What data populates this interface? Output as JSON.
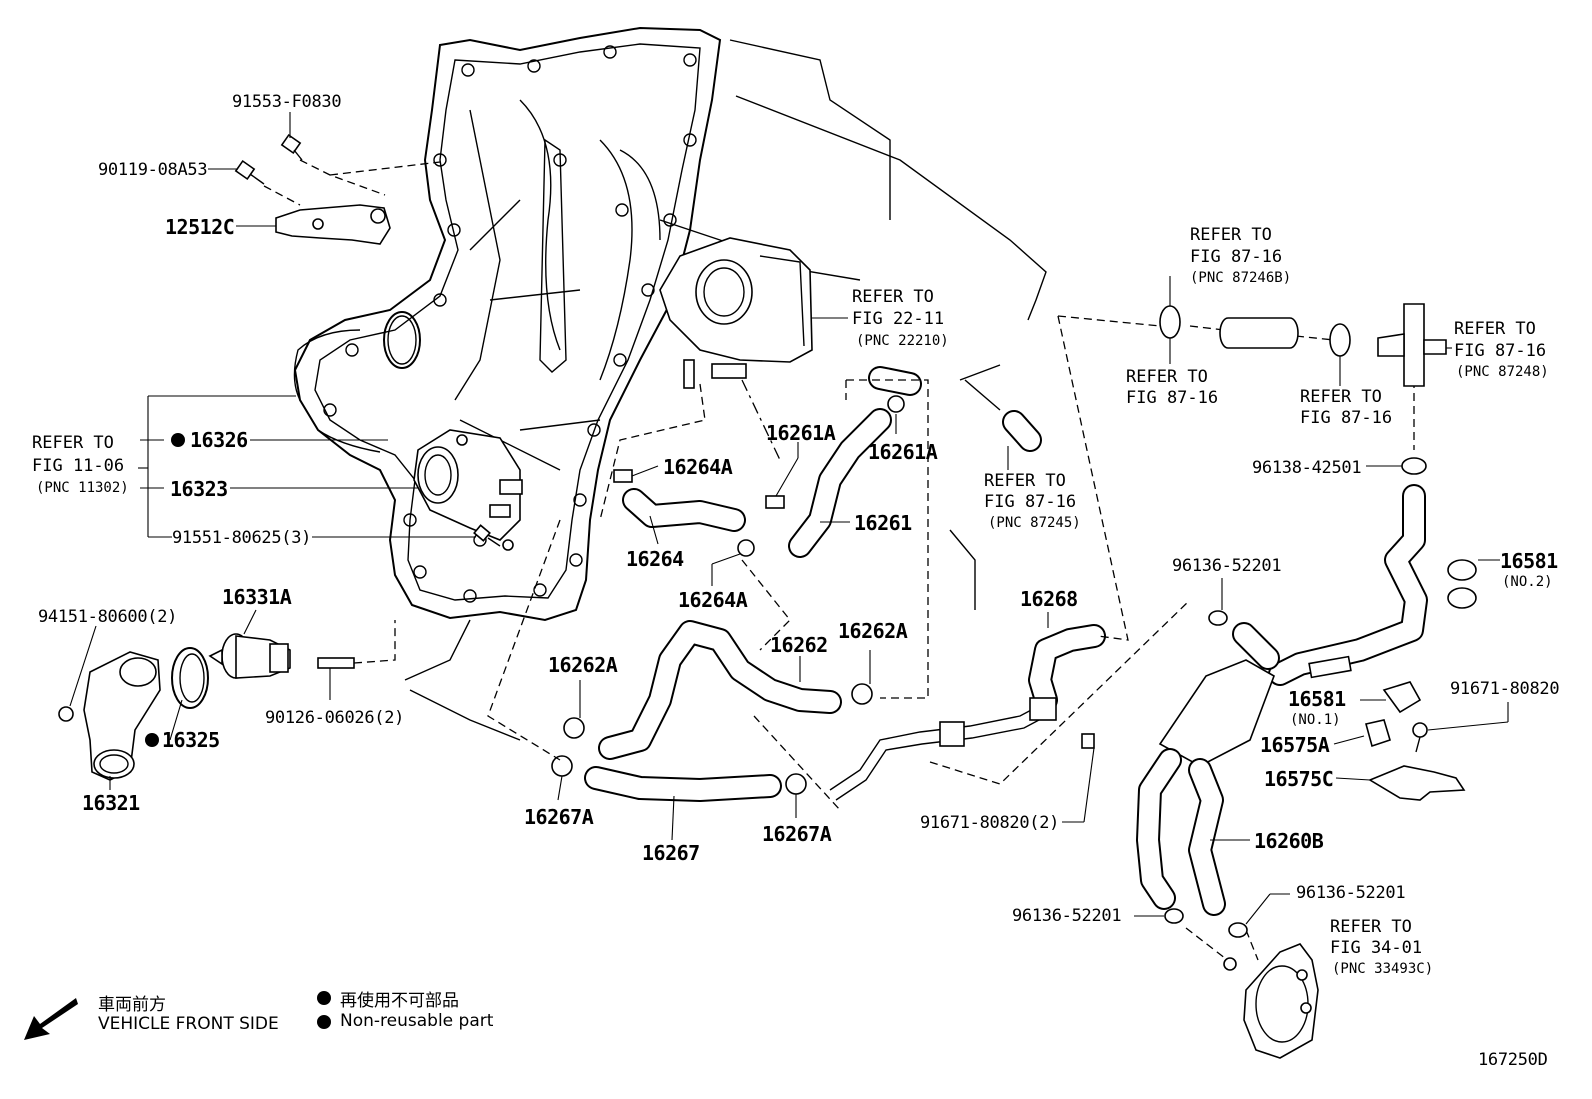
{
  "labels": {
    "p91553": "91553-F0830",
    "p90119": "90119-08A53",
    "p12512c": "12512C",
    "p16326": "16326",
    "p16323": "16323",
    "p91551": "91551-80625(3)",
    "p94151": "94151-80600(2)",
    "p16331a": "16331A",
    "p16325": "16325",
    "p90126": "90126-06026(2)",
    "p16321": "16321",
    "p16264a_1": "16264A",
    "p16264": "16264",
    "p16264a_2": "16264A",
    "p16261a_1": "16261A",
    "p16261a_2": "16261A",
    "p16261": "16261",
    "p16262a_1": "16262A",
    "p16262a_2": "16262A",
    "p16262": "16262",
    "p16267a_1": "16267A",
    "p16267": "16267",
    "p16267a_2": "16267A",
    "p16268": "16268",
    "p91671_2": "91671-80820(2)",
    "p96138": "96138-42501",
    "p96136_1": "96136-52201",
    "p16581_1": "16581",
    "p16581_1_sub": "(NO.2)",
    "p16581_2": "16581",
    "p16581_2_sub": "(NO.1)",
    "p91671": "91671-80820",
    "p16575a": "16575A",
    "p16575c": "16575C",
    "p16260b": "16260B",
    "p96136_2": "96136-52201",
    "p96136_3": "96136-52201",
    "drawing_no": "167250D"
  },
  "refs": {
    "r11_06": {
      "l1": "REFER TO",
      "l2": "FIG 11-06",
      "l3": "(PNC 11302)"
    },
    "r22_11": {
      "l1": "REFER TO",
      "l2": "FIG 22-11",
      "l3": "(PNC 22210)"
    },
    "r87_16a": {
      "l1": "REFER TO",
      "l2": "FIG 87-16",
      "l3": "(PNC 87246B)"
    },
    "r87_16b": {
      "l1": "REFER TO",
      "l2": "FIG 87-16"
    },
    "r87_16c": {
      "l1": "REFER TO",
      "l2": "FIG 87-16"
    },
    "r87_16d": {
      "l1": "REFER TO",
      "l2": "FIG 87-16",
      "l3": "(PNC 87248)"
    },
    "r87_16e": {
      "l1": "REFER TO",
      "l2": "FIG 87-16",
      "l3": "(PNC 87245)"
    },
    "r34_01": {
      "l1": "REFER TO",
      "l2": "FIG 34-01",
      "l3": "(PNC 33493C)"
    }
  },
  "legend": {
    "front_jp": "車両前方",
    "front_en": "VEHICLE FRONT SIDE",
    "nonreuse_jp": "再使用不可部品",
    "nonreuse_en": "Non-reusable part"
  }
}
